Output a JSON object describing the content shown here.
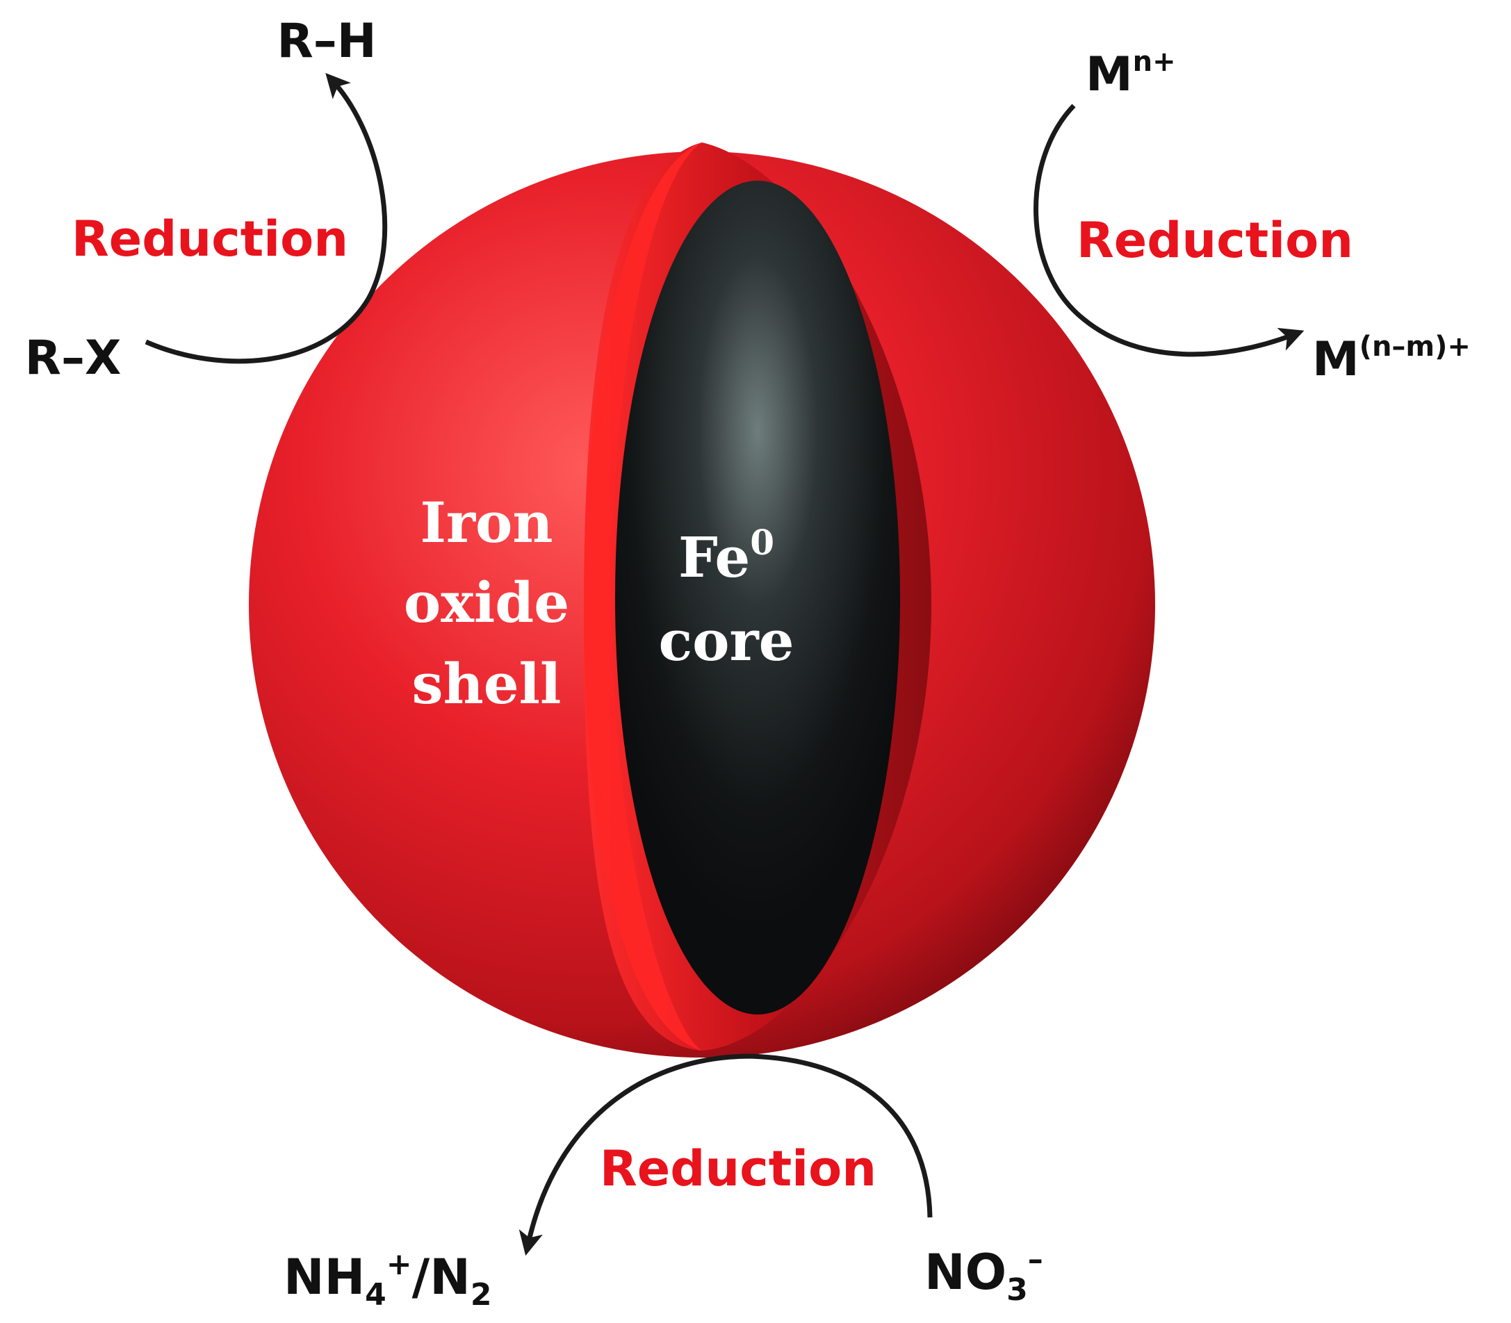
{
  "colors": {
    "shell": "#e41e2b",
    "shell_dark": "#8a0d12",
    "core": "#111416",
    "reduction_text": "#e8131c",
    "arrow": "#1a1a1a",
    "white_text": "#ffffff"
  },
  "labels": {
    "shell": {
      "line1": "Iron",
      "line2": "oxide",
      "line3": "shell"
    },
    "core": {
      "line1_base": "Fe",
      "line1_sup": "0",
      "line2": "core"
    }
  },
  "reactions": {
    "top_left": {
      "reactant": "R–X",
      "product": "R–H",
      "process": "Reduction"
    },
    "top_right": {
      "reactant_base": "M",
      "reactant_sup": "n+",
      "product_base": "M",
      "product_sup": "(n–m)+",
      "process": "Reduction"
    },
    "bottom": {
      "reactant_base": "NO",
      "reactant_sub": "3",
      "reactant_sup": "–",
      "product_base1": "NH",
      "product_sub1": "4",
      "product_sup1": "+",
      "product_mid": "/N",
      "product_sub2": "2",
      "process": "Reduction"
    }
  }
}
